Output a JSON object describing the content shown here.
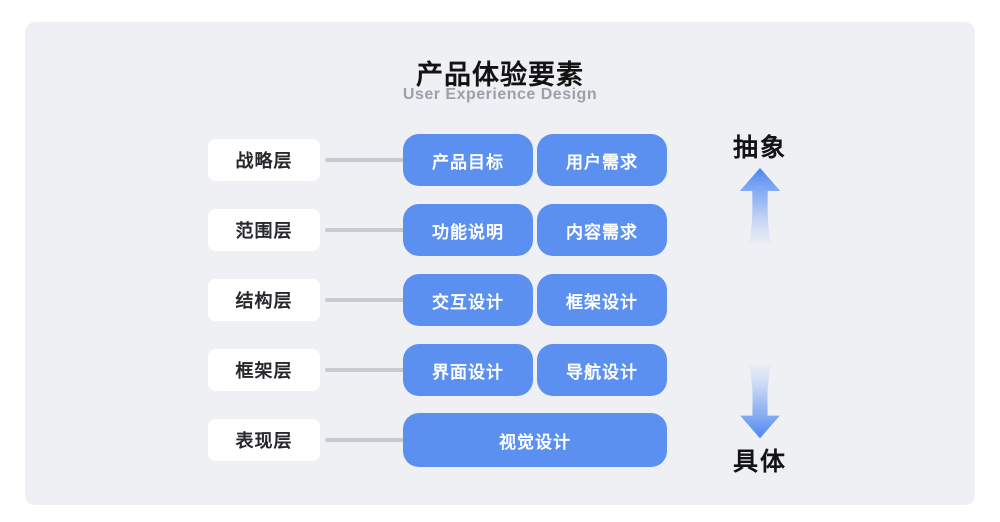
{
  "title": "产品体验要素",
  "subtitle": "User Experience Design",
  "rows": [
    {
      "layer": "战略层",
      "items": [
        "产品目标",
        "用户需求"
      ]
    },
    {
      "layer": "范围层",
      "items": [
        "功能说明",
        "内容需求"
      ]
    },
    {
      "layer": "结构层",
      "items": [
        "交互设计",
        "框架设计"
      ]
    },
    {
      "layer": "框架层",
      "items": [
        "界面设计",
        "导航设计"
      ]
    },
    {
      "layer": "表现层",
      "items": [
        "视觉设计"
      ]
    }
  ],
  "axis": {
    "top_label": "抽象",
    "bottom_label": "具体"
  },
  "colors": {
    "page_bg": "#FFFFFF",
    "card_bg": "#EEF0F4",
    "layer_box_bg": "#FFFFFF",
    "layer_text": "#26282C",
    "element_box_bg": "#5B90F0",
    "element_text": "#FFFFFF",
    "connector": "#C6CBD2",
    "arrow": "#4B86F2",
    "title_text": "#131313",
    "subtitle_text": "#9BA0A9"
  }
}
